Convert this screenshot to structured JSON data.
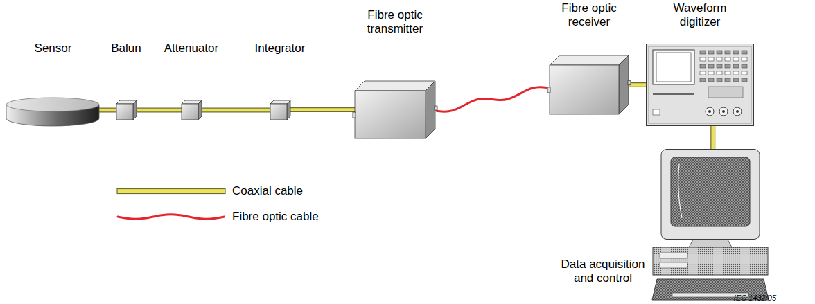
{
  "diagram": {
    "nodes": [
      {
        "text": [
          "Sensor"
        ]
      },
      {
        "text": [
          "Balun"
        ]
      },
      {
        "text": [
          "Attenuator"
        ]
      },
      {
        "text": [
          "Integrator"
        ]
      },
      {
        "text": [
          "Fibre optic transmitter"
        ]
      },
      {
        "text": [
          "Fibre optic receiver"
        ]
      },
      {
        "text": [
          "Waveform digitizer"
        ]
      },
      {
        "text": [
          "Data acquisition and control"
        ]
      }
    ],
    "edges": [
      {
        "from": 0,
        "to": 1,
        "arrow": "none"
      },
      {
        "from": 1,
        "to": 2,
        "arrow": "none"
      },
      {
        "from": 2,
        "to": 3,
        "arrow": "none"
      },
      {
        "from": 3,
        "to": 4,
        "arrow": "none"
      },
      {
        "from": 4,
        "to": 5,
        "arrow": "none"
      },
      {
        "from": 5,
        "to": 6,
        "arrow": "none"
      },
      {
        "from": 6,
        "to": 7,
        "arrow": "none"
      }
    ],
    "labels": [
      "IEC 1432/05"
    ],
    "legend": [
      {
        "text": "Coaxial cable"
      },
      {
        "text": "Fibre optic cable"
      }
    ]
  }
}
